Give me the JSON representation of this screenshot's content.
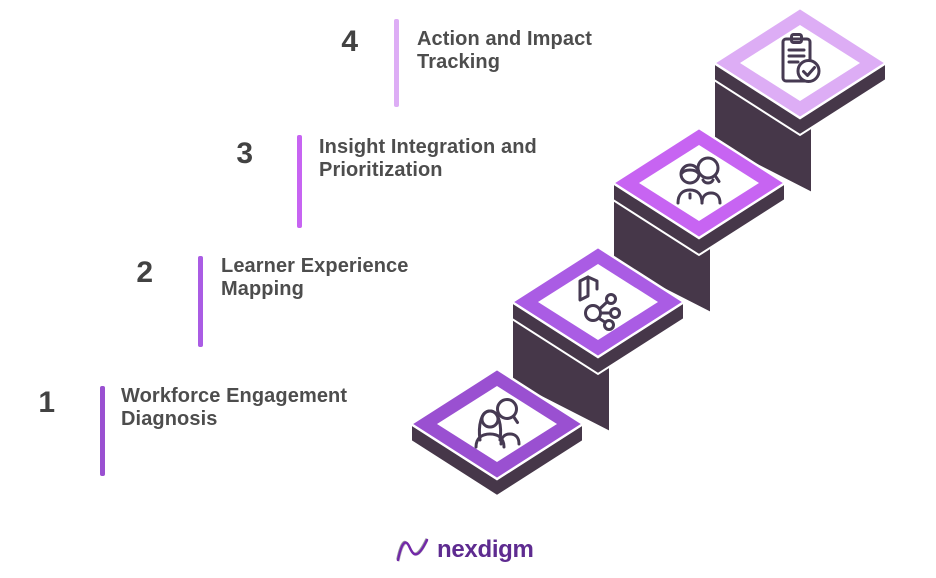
{
  "steps": [
    {
      "number": "1",
      "label_line1": "Workforce Engagement",
      "label_line2": "Diagnosis",
      "color": "#9a50d1",
      "icon": "two-users"
    },
    {
      "number": "2",
      "label_line1": "Learner Experience",
      "label_line2": "Mapping",
      "color": "#aa5ce4",
      "icon": "map-network"
    },
    {
      "number": "3",
      "label_line1": "Insight Integration and",
      "label_line2": "Prioritization",
      "color": "#c764f2",
      "icon": "people-search"
    },
    {
      "number": "4",
      "label_line1": "Action and Impact",
      "label_line2": "Tracking",
      "color": "#ddadf5",
      "icon": "clipboard-check"
    }
  ],
  "colors": {
    "dark_face": "#463749",
    "icon_stroke": "#463a52",
    "label_text": "#4d4d4d",
    "number_text": "#424242",
    "logo_purple": "#5e2b90",
    "logo_wave_gray": "#9a9ba0",
    "background": "#ffffff"
  },
  "logo": {
    "text": "nexdigm"
  }
}
